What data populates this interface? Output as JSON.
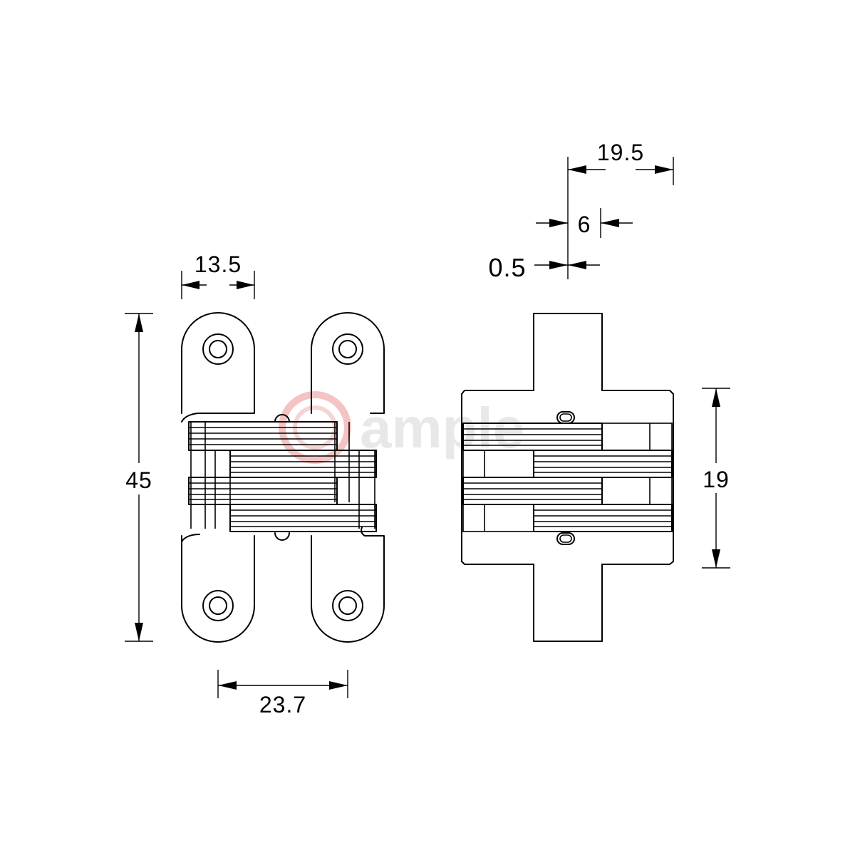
{
  "dimensions": {
    "pin_width": "13.5",
    "height": "45",
    "width_open": "23.7",
    "depth": "19.5",
    "body_offset": "6",
    "gap": "0.5",
    "body_height": "19"
  },
  "watermark": {
    "text": "ample",
    "color": "#e8e8e8",
    "logo_color": "#f4c4c4"
  },
  "colors": {
    "line": "#000000",
    "background": "#ffffff"
  }
}
